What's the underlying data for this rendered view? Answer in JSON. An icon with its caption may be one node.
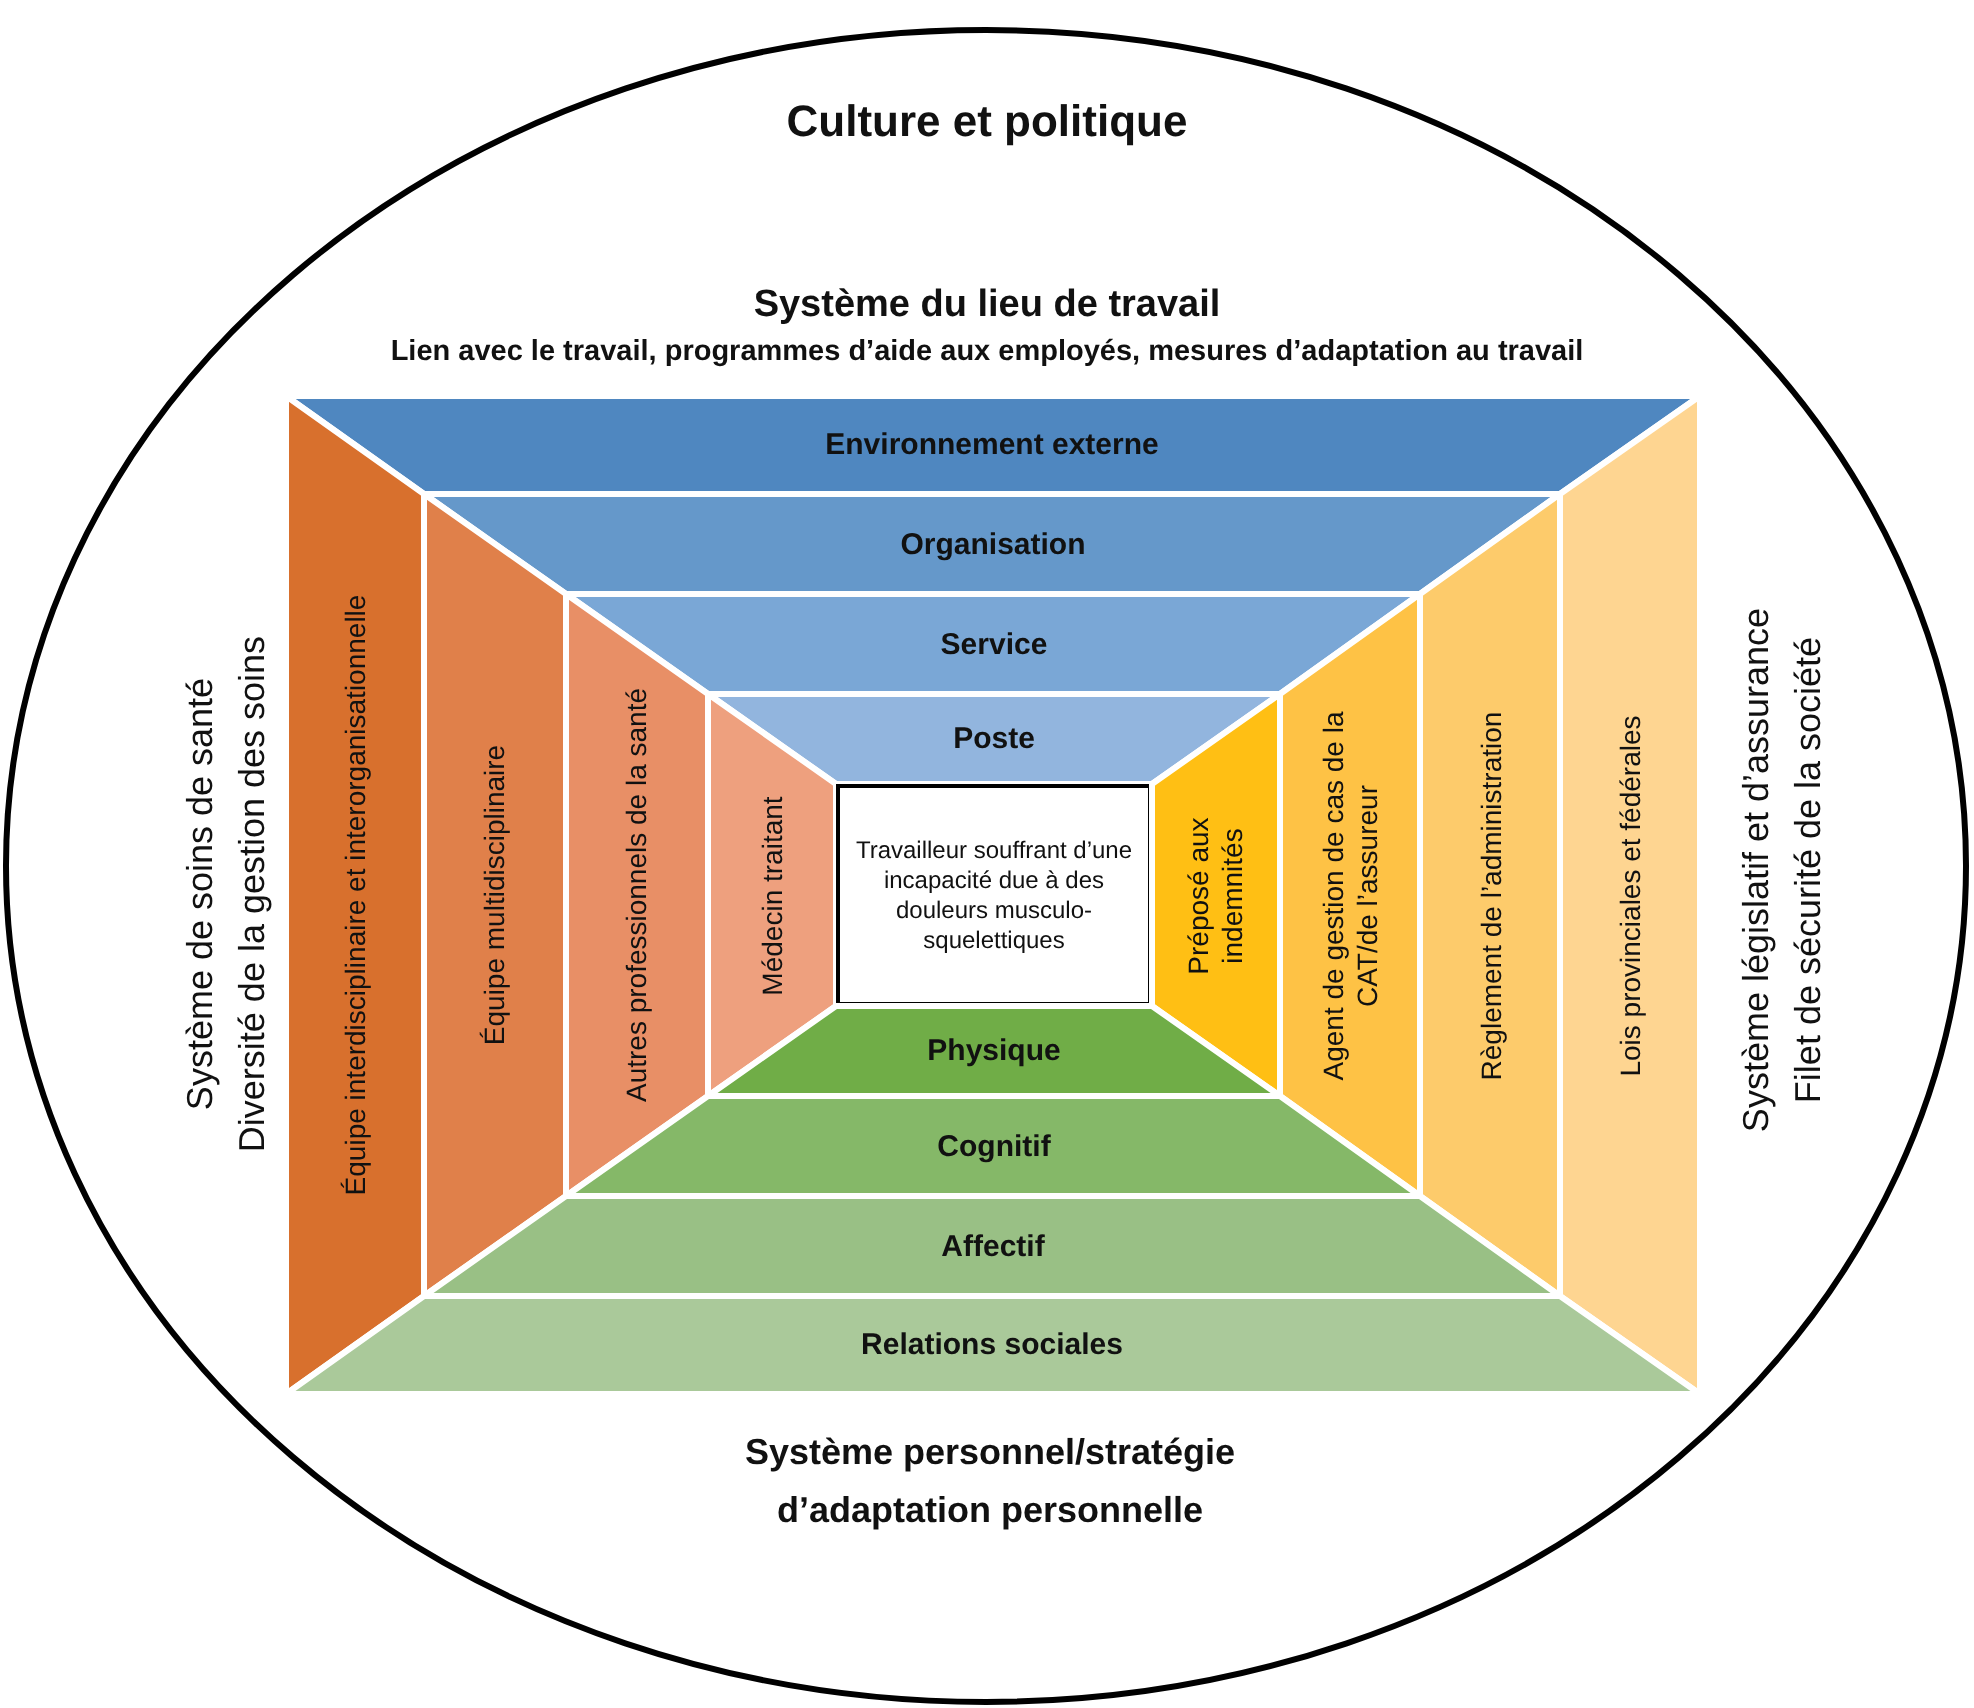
{
  "diagram": {
    "nodes": [
      {
        "text": [
          "Culture et politique"
        ]
      },
      {
        "text": [
          "Environnement externe"
        ],
        "in": 0
      },
      {
        "text": [
          "Organisation"
        ],
        "in": 0
      },
      {
        "text": [
          "Service"
        ],
        "in": 0
      },
      {
        "text": [
          "Poste"
        ],
        "in": 0
      },
      {
        "text": [
          "Équipe interdisciplinaire et interorganisationnelle"
        ],
        "in": 0
      },
      {
        "text": [
          "Équipe multidisciplinaire"
        ],
        "in": 0
      },
      {
        "text": [
          "Autres professionnels de la santé"
        ],
        "in": 0
      },
      {
        "text": [
          "Médecin traitant"
        ],
        "in": 0
      },
      {
        "text": [
          "Travailleur souffrant d’une incapacité due à des douleurs musculo-squelettiques"
        ],
        "in": 0
      },
      {
        "text": [
          "Préposé aux indemnités"
        ],
        "in": 0
      },
      {
        "text": [
          "Agent de gestion de cas de la CAT/de l’assureur"
        ],
        "in": 0
      },
      {
        "text": [
          "Règlement de l’administration"
        ],
        "in": 0
      },
      {
        "text": [
          "Lois provinciales et fédérales"
        ],
        "in": 0
      },
      {
        "text": [
          "Physique"
        ],
        "in": 0
      },
      {
        "text": [
          "Cognitif"
        ],
        "in": 0
      },
      {
        "text": [
          "Affectif"
        ],
        "in": 0
      },
      {
        "text": [
          "Relations sociales"
        ],
        "in": 0
      }
    ],
    "labels": [
      "Système du lieu de travail",
      "Lien avec le travail, programmes d’aide aux employés, mesures d’adaptation au travail",
      "Système de soins de santé",
      "Diversité de la gestion des soins",
      "Système législatif et d’assurance",
      "Filet de sécurité de la société",
      "Système personnel/stratégie d’adaptation personnelle"
    ]
  }
}
